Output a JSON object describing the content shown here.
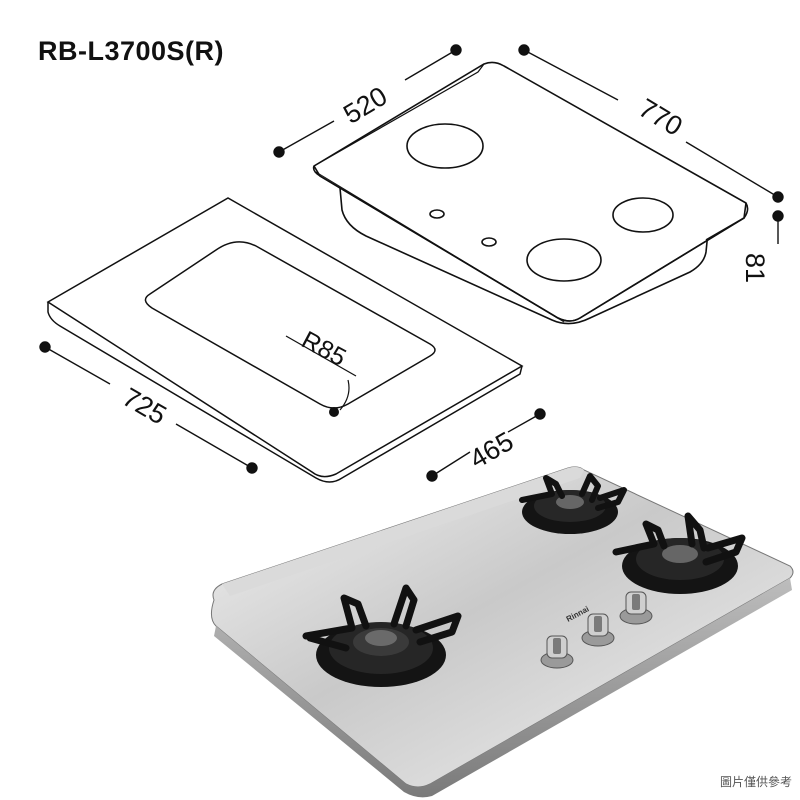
{
  "title": "RB-L3700S(R)",
  "dimensions": {
    "hob_depth": "520",
    "hob_width": "770",
    "hob_height": "81",
    "cutout_width": "725",
    "cutout_depth": "465",
    "corner_radius": "R85"
  },
  "product_brand_label": "Rinnai",
  "disclaimer": "圖片僅供參考",
  "colors": {
    "line": "#111111",
    "steel_light": "#e4e4e4",
    "steel_dark": "#8c8c8c",
    "burner": "#1a1a1a"
  }
}
